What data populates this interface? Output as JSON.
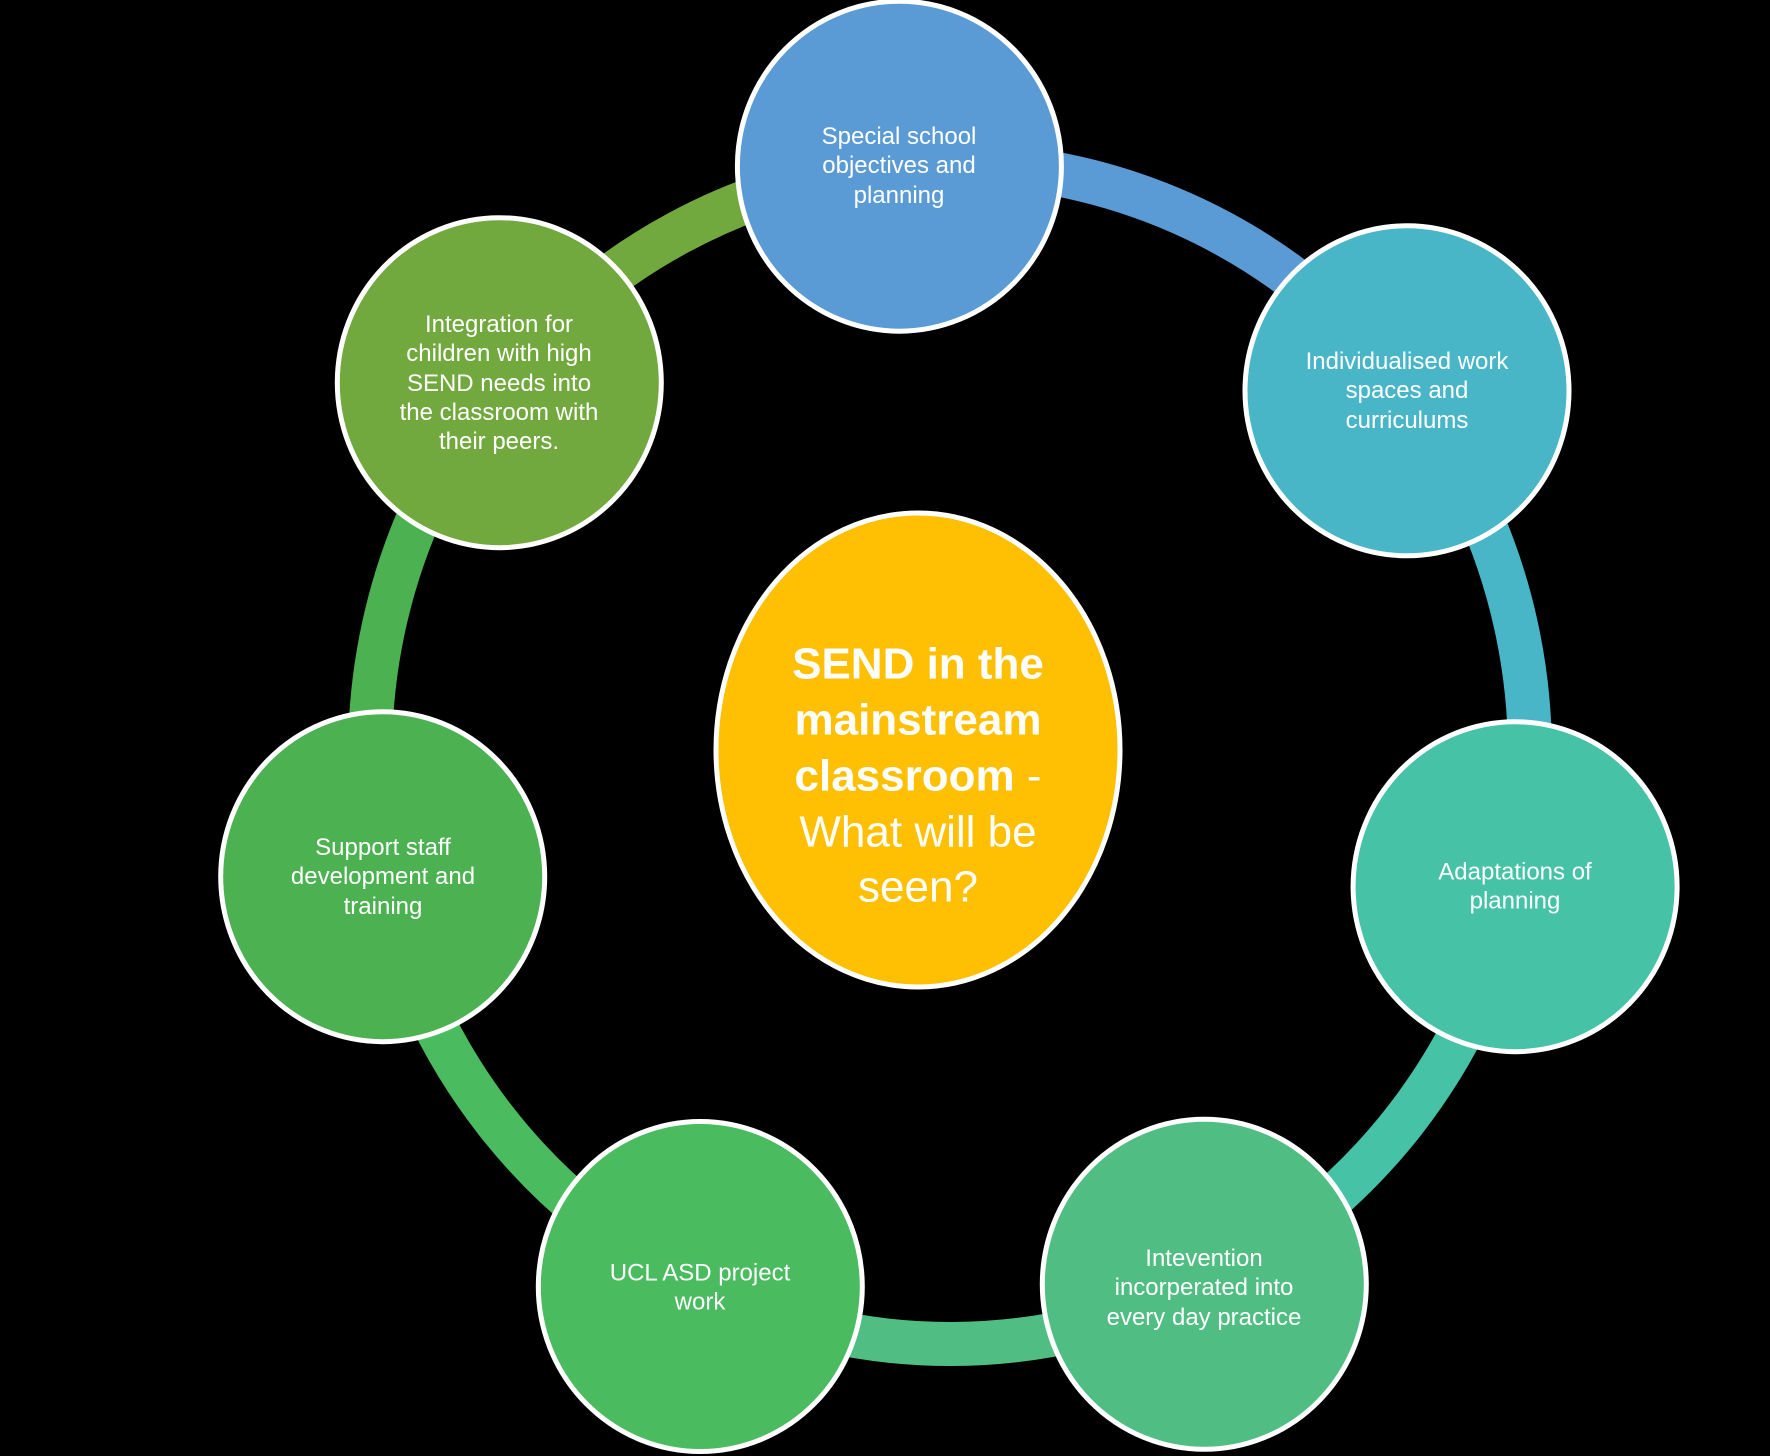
{
  "diagram_title": "SEND in the mainstream classroom - What will be seen?",
  "background_color": "#000000",
  "center": {
    "label_bold": "SEND in the\nmainstream\nclassroom",
    "label_regular": " -\nWhat will be\nseen?",
    "color": "#FFC003",
    "text_color": "#FFFFFF"
  },
  "nodes": [
    {
      "label": "Special school\nobjectives and\nplanning",
      "color": "#5B9BD5"
    },
    {
      "label": "Individualised work\nspaces and\ncurriculums",
      "color": "#49B6C8"
    },
    {
      "label": "Adaptations of\nplanning",
      "color": "#46C2A7"
    },
    {
      "label": "Intevention\nincorperated into\nevery day practice",
      "color": "#50BE82"
    },
    {
      "label": "UCL ASD project\nwork",
      "color": "#4ABB5E"
    },
    {
      "label": "Support staff\ndevelopment and\ntraining",
      "color": "#4CB151"
    },
    {
      "label": "Integration for\nchildren with high\nSEND needs into\nthe classroom with\ntheir peers.",
      "color": "#71A93F"
    }
  ]
}
